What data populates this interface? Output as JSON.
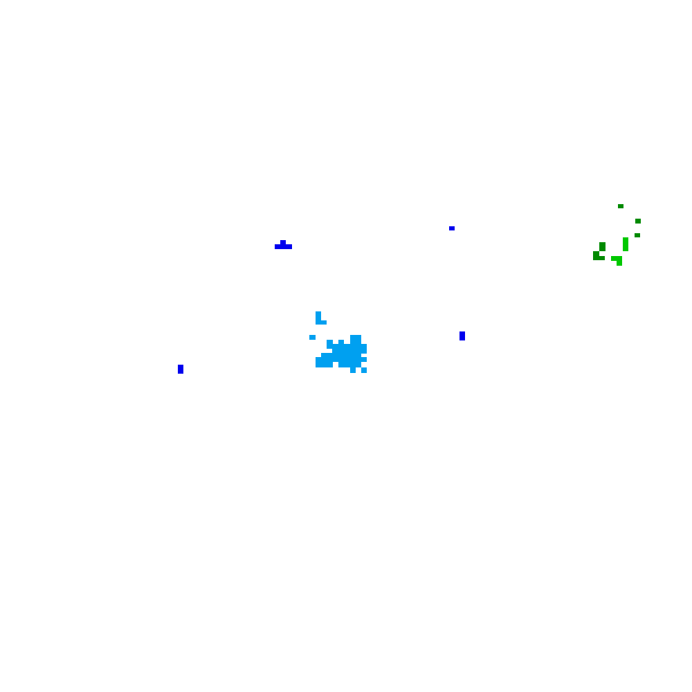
{
  "canvas": {
    "background": "#ffffff"
  },
  "palette": {
    "blue": "#0000ee",
    "light_blue": "#00a0f0",
    "green": "#008a00",
    "bright_green": "#00c800"
  },
  "clusters": [
    {
      "name": "blue-speck-cluster",
      "color": "blue"
    },
    {
      "name": "light-blue-pixel-cluster",
      "color": "light_blue"
    },
    {
      "name": "green-pixel-cluster",
      "color": "green"
    },
    {
      "name": "bright-green-pixel-cluster",
      "color": "bright_green"
    }
  ]
}
